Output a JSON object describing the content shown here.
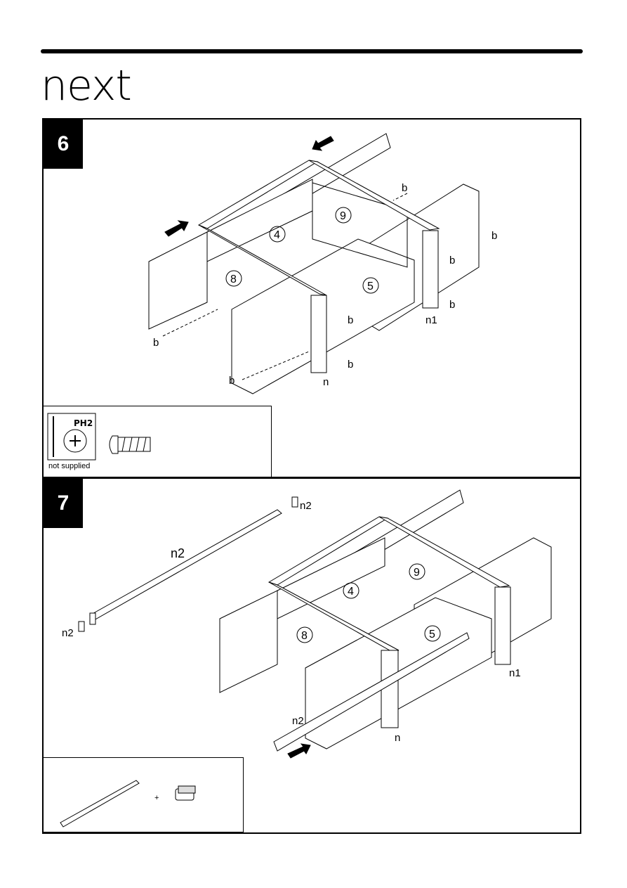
{
  "brand": {
    "logo_text": "next"
  },
  "step6": {
    "number": "6",
    "part_labels": [
      "4",
      "9",
      "8",
      "5"
    ],
    "screw_label": "b",
    "bar_labels": [
      "n",
      "n1"
    ],
    "tool": {
      "bit": "PH2",
      "note": "not supplied"
    }
  },
  "step7": {
    "number": "7",
    "part_labels": [
      "4",
      "9",
      "8",
      "5"
    ],
    "rail_label": "n2",
    "bar_labels": [
      "n",
      "n1"
    ],
    "plus": "+"
  }
}
